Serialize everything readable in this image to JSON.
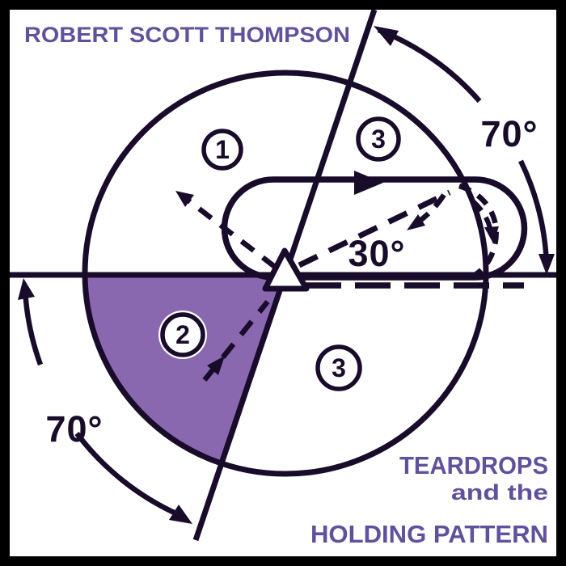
{
  "artist": "ROBERT SCOTT THOMPSON",
  "album_title": {
    "line1": "TEARDROPS",
    "line2": "and the",
    "line3": "HOLDING PATTERN"
  },
  "diagram": {
    "angle_labels": {
      "top_right": "70°",
      "center": "30°",
      "bottom_left": "70°"
    },
    "sector_badges": {
      "sector1": "1",
      "sector2": "2",
      "sector3_top": "3",
      "sector3_bottom": "3"
    },
    "colors": {
      "accent_purple": "#61519c",
      "sector_fill": "#8a68b0",
      "line": "#180c2a",
      "frame": "#000000",
      "background": "#ffffff"
    }
  }
}
